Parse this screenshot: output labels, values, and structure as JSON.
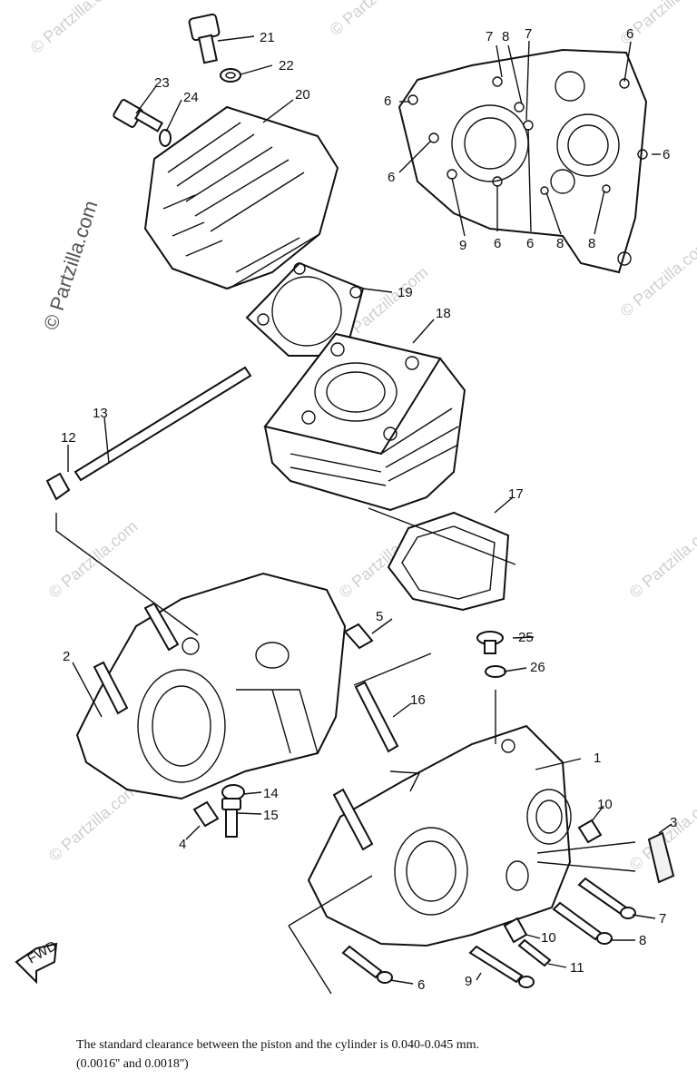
{
  "watermark": "© Partzilla.com",
  "fwd_label": "FWD",
  "callouts": [
    "1",
    "2",
    "3",
    "4",
    "5",
    "6",
    "7",
    "8",
    "9",
    "10",
    "11",
    "12",
    "13",
    "14",
    "15",
    "16",
    "17",
    "18",
    "19",
    "20",
    "21",
    "22",
    "23",
    "24",
    "25",
    "26"
  ],
  "footnote": {
    "line1": "The standard clearance between the piston and the cylinder is 0.040-0.045 mm.",
    "line2": "(0.0016'' and 0.0018'')"
  }
}
